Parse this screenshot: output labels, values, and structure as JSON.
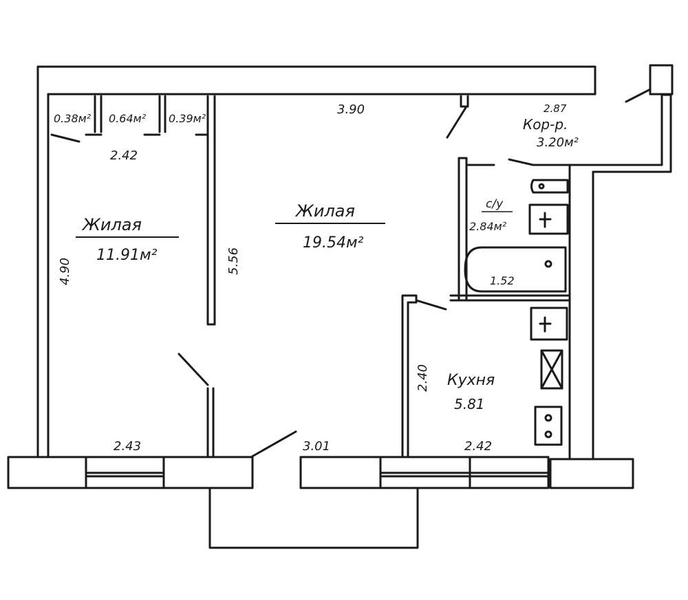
{
  "rooms": {
    "closet1": {
      "area": "0.38м²"
    },
    "closet2": {
      "area": "0.64м²"
    },
    "closet3": {
      "area": "0.39м²"
    },
    "living_small": {
      "name": "Жилая",
      "area": "11.91м²"
    },
    "living_big": {
      "name": "Жилая",
      "area": "19.54м²"
    },
    "bath": {
      "name": "с/у",
      "area": "2.84м²"
    },
    "corridor": {
      "name": "Кор-р.",
      "area": "3.20м²"
    },
    "kitchen": {
      "name": "Кухня",
      "area": "5.81"
    }
  },
  "dimensions": {
    "top_big": "3.90",
    "closets_width": "2.42",
    "left_height": "4.90",
    "partition_height": "5.56",
    "kitchen_height": "2.40",
    "bottom_left": "2.43",
    "bottom_mid": "3.01",
    "bottom_right": "2.42",
    "corridor_width": "2.87",
    "bathtub": "1.52"
  }
}
